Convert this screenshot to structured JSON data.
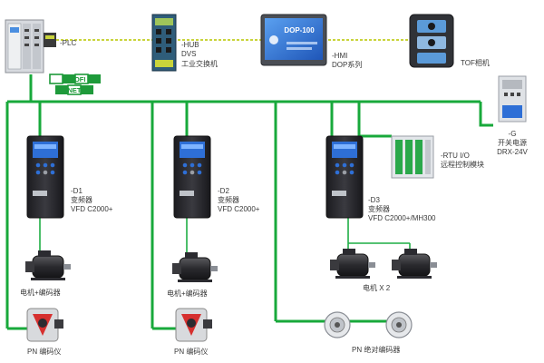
{
  "colors": {
    "network": "#18a93b",
    "ethernet": "#c9d43b",
    "device_dark": "#2b2b30",
    "screen_blue": "#2e6fd6"
  },
  "labels": {
    "plc": "-PLC",
    "hub": [
      "-HUB",
      "DVS",
      "工业交换机"
    ],
    "hmi": [
      "-HMI",
      "DOP系列"
    ],
    "hmi_screen": "DOP-100",
    "tof": "TOF相机",
    "psu": [
      "-G",
      "开关电源",
      "DRX-24V"
    ],
    "profinet_top": "PROFI",
    "profinet_bottom": "NET",
    "rtu": [
      "-RTU I/O",
      "远程控制模块"
    ],
    "d1": [
      "-D1",
      "变频器",
      "VFD C2000+"
    ],
    "d2": [
      "-D2",
      "变频器",
      "VFD C2000+"
    ],
    "d3": [
      "-D3",
      "变频器",
      "VFD C2000+/MH300"
    ],
    "motor1": "电机+编码器",
    "motor2": "电机+编码器",
    "motor34": "电机 X 2",
    "pn1": "PN 编码仪",
    "pn2": "PN 编码仪",
    "encoders": "PN 绝对编码器"
  },
  "icons": {
    "plc": "plc-rack-icon",
    "hub": "switch-icon",
    "hmi": "touch-panel-icon",
    "tof": "tof-camera-icon",
    "psu": "power-supply-icon",
    "drive": "vfd-drive-icon",
    "motor": "motor-icon",
    "encoder": "encoder-icon",
    "rtu": "rtu-io-icon"
  }
}
